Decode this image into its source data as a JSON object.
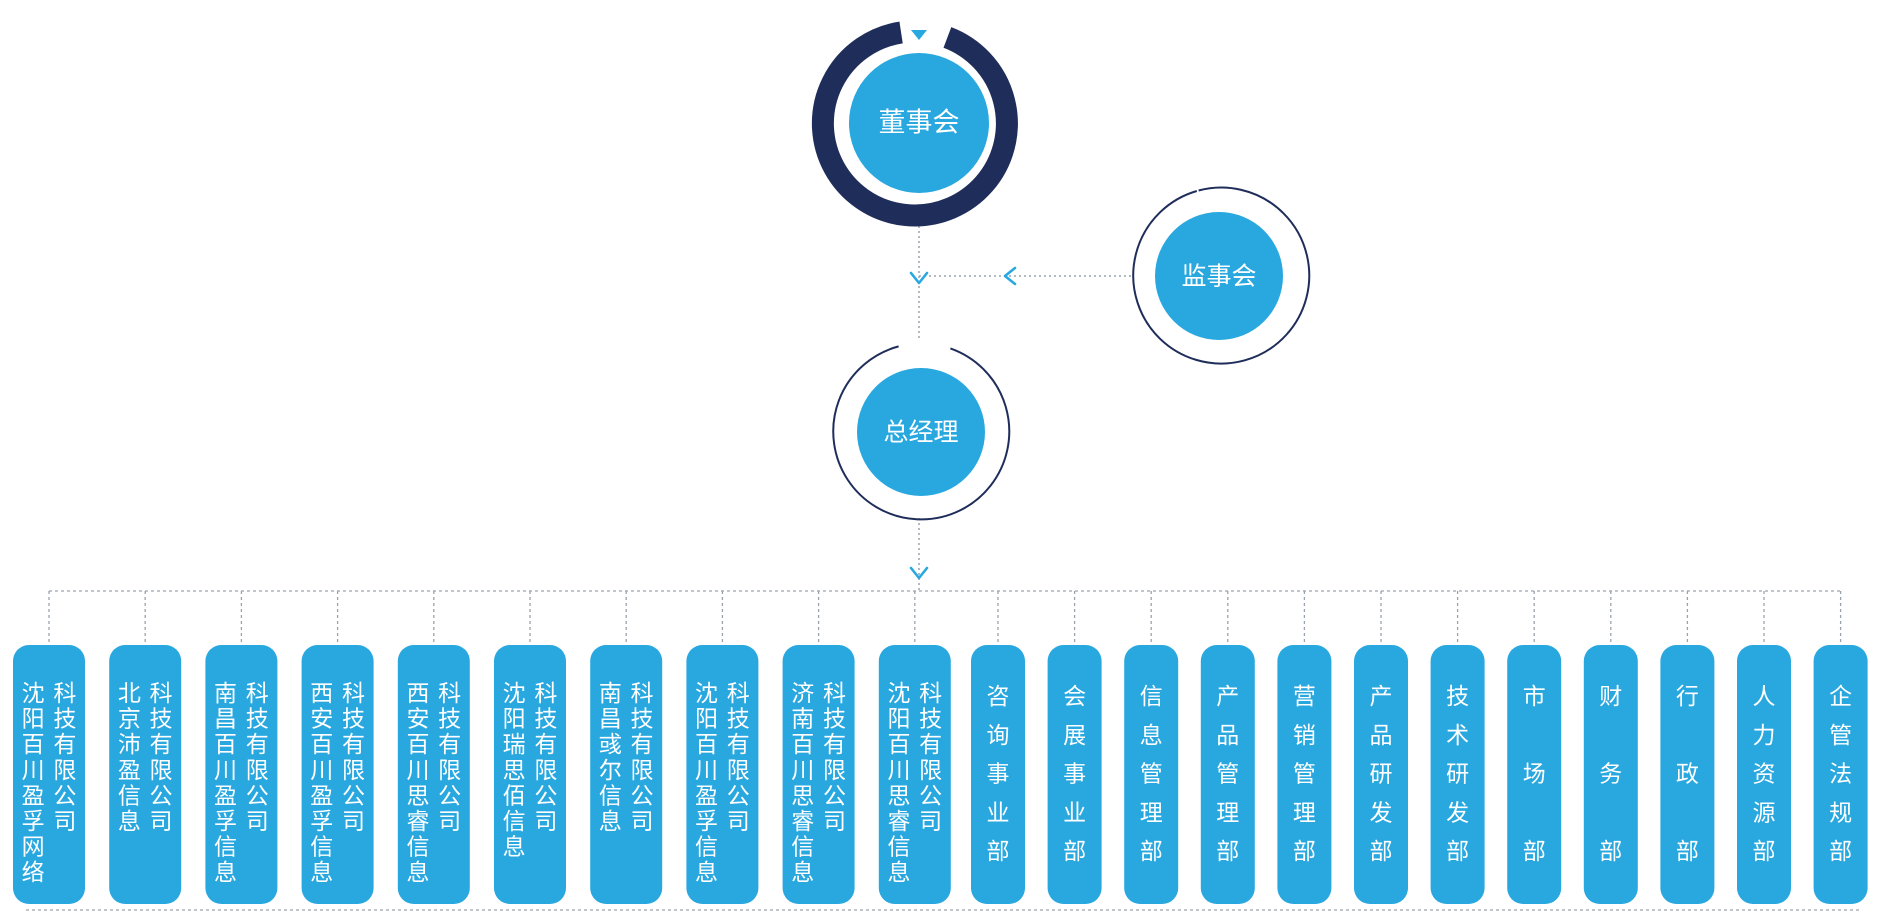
{
  "colors": {
    "node_fill": "#29a8e0",
    "ring_dark": "#1f2d5a",
    "connector": "#9aa3ad",
    "arrow": "#29a8e0"
  },
  "nodes": {
    "board": "董事会",
    "supervisors": "监事会",
    "general_manager": "总经理"
  },
  "units": [
    {
      "type": "company",
      "lines": [
        "科技有限公司",
        "沈阳百川盈孚网络"
      ]
    },
    {
      "type": "company",
      "lines": [
        "科技有限公司",
        "北京沛盈信息"
      ]
    },
    {
      "type": "company",
      "lines": [
        "科技有限公司",
        "南昌百川盈孚信息"
      ]
    },
    {
      "type": "company",
      "lines": [
        "科技有限公司",
        "西安百川盈孚信息"
      ]
    },
    {
      "type": "company",
      "lines": [
        "科技有限公司",
        "西安百川思睿信息"
      ]
    },
    {
      "type": "company",
      "lines": [
        "科技有限公司",
        "沈阳瑞思佰信息"
      ]
    },
    {
      "type": "company",
      "lines": [
        "科技有限公司",
        "南昌彧尔信息"
      ]
    },
    {
      "type": "company",
      "lines": [
        "科技有限公司",
        "沈阳百川盈孚信息"
      ]
    },
    {
      "type": "company",
      "lines": [
        "科技有限公司",
        "济南百川思睿信息"
      ]
    },
    {
      "type": "company",
      "lines": [
        "科技有限公司",
        "沈阳百川思睿信息"
      ]
    },
    {
      "type": "department",
      "lines": [
        "咨询事业部"
      ]
    },
    {
      "type": "department",
      "lines": [
        "会展事业部"
      ]
    },
    {
      "type": "department",
      "lines": [
        "信息管理部"
      ]
    },
    {
      "type": "department",
      "lines": [
        "产品管理部"
      ]
    },
    {
      "type": "department",
      "lines": [
        "营销管理部"
      ]
    },
    {
      "type": "department",
      "lines": [
        "产品研发部"
      ]
    },
    {
      "type": "department",
      "lines": [
        "技术研发部"
      ]
    },
    {
      "type": "department",
      "lines": [
        "市场部"
      ]
    },
    {
      "type": "department",
      "lines": [
        "财务部"
      ]
    },
    {
      "type": "department",
      "lines": [
        "行政部"
      ]
    },
    {
      "type": "department",
      "lines": [
        "人力资源部"
      ]
    },
    {
      "type": "department",
      "lines": [
        "企管法规部"
      ]
    }
  ]
}
